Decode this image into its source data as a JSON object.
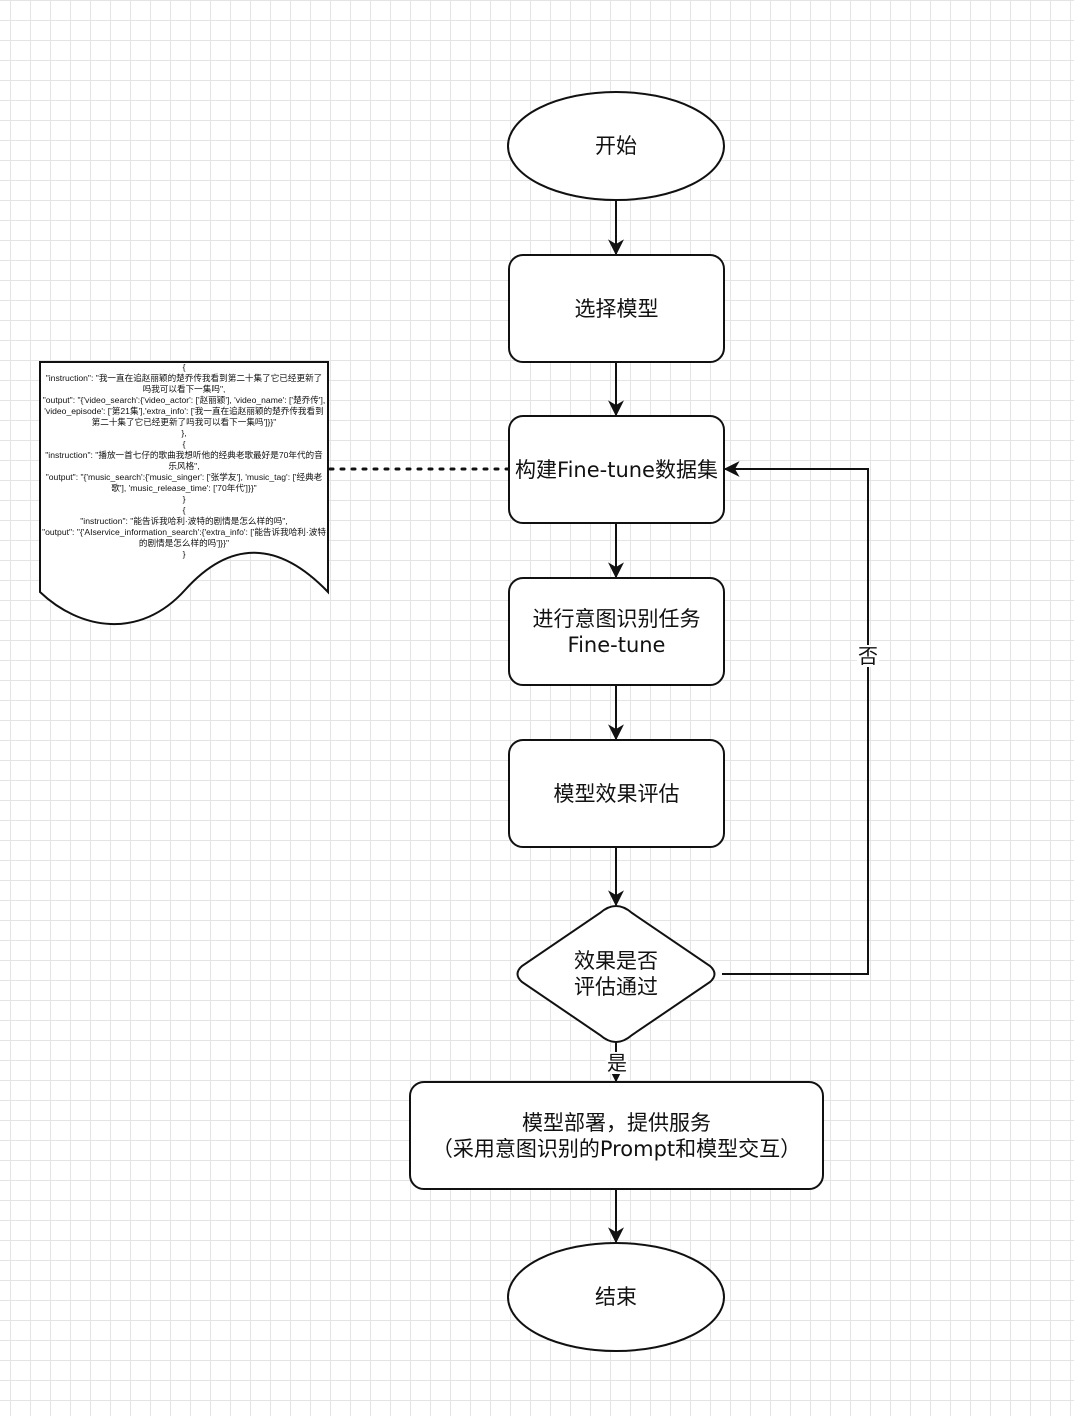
{
  "nodes": {
    "start": "开始",
    "select_model": "选择模型",
    "build_dataset": "构建Fine-tune数据集",
    "finetune": "进行意图识别任务\nFine-tune",
    "evaluate": "模型效果评估",
    "decision": "效果是否\n评估通过",
    "deploy": "模型部署，提供服务\n（采用意图识别的Prompt和模型交互）",
    "end": "结束"
  },
  "edge_labels": {
    "no": "否",
    "yes": "是"
  },
  "document_lines": [
    "{",
    "\"instruction\": \"我一直在追赵丽颖的楚乔传我看到第二十集了它已经更新了吗我可以看下一集吗\",",
    "\"output\": \"{'video_search':{'video_actor': ['赵丽颖'], 'video_name': ['楚乔传'], 'video_episode': ['第21集'],'extra_info': ['我一直在追赵丽颖的楚乔传我看到第二十集了它已经更新了吗我可以看下一集吗']}}\"",
    "},",
    "{",
    "\"instruction\": \"播放一首七仔的歌曲我想听他的经典老歌最好是70年代的音乐风格\",",
    "\"output\": \"{'music_search':{'music_singer': ['张学友'], 'music_tag': ['经典老歌'], 'music_release_time': ['70年代']}}\"",
    "}",
    "{",
    "\"instruction\": \"能告诉我哈利·波特的剧情是怎么样的吗\",",
    "\"output\": \"{'AIservice_information_search':{'extra_info': ['能告诉我哈利·波特的剧情是怎么样的吗']}}\"",
    "}"
  ]
}
